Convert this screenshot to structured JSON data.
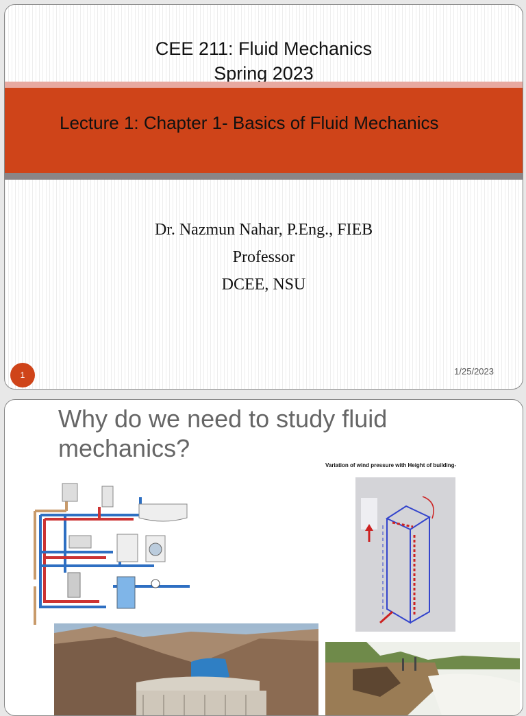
{
  "slide1": {
    "course_title": "CEE 211: Fluid Mechanics",
    "term": "Spring 2023",
    "lecture_title": "Lecture 1: Chapter 1- Basics of Fluid Mechanics",
    "author_name": "Dr. Nazmun Nahar, P.Eng., FIEB",
    "author_role": "Professor",
    "author_affiliation": "DCEE, NSU",
    "slide_number": "1",
    "date": "1/25/2023"
  },
  "slide2": {
    "heading": "Why do we need to study fluid mechanics?",
    "wind_figure_title": "Variation of wind pressure with Height of building-"
  },
  "colors": {
    "accent": "#cf4419",
    "pink_bar": "#e8a9a0",
    "grey_bar": "#8a8587"
  }
}
